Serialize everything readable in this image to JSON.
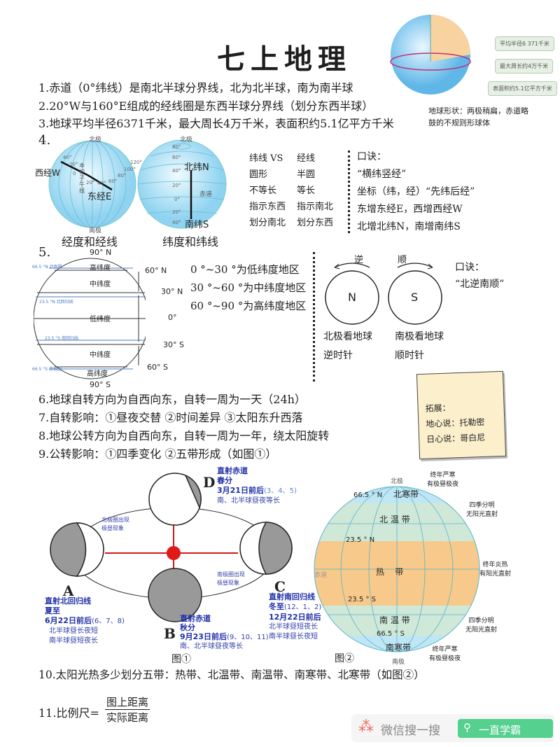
{
  "title": "七上地理",
  "globe_info": {
    "labels": [
      "平均半径6 371千米",
      "最大周长约4万千米",
      "表面积约5.1亿平方千米"
    ],
    "shape_note_line1": "地球形状：两极稍扁，赤道略",
    "shape_note_line2": "鼓的不规则形球体"
  },
  "lines": {
    "l1": "1.赤道（0°纬线）是南北半球分界线，北为北半球，南为南半球",
    "l2": "2.20°W与160°E组成的经线圈是东西半球分界线（划分东西半球）",
    "l3": "3.地球平均半径6371千米，最大周长4万千米，表面积约5.1亿平方千米",
    "l4": "4.",
    "l5": "5.",
    "l6": "6.地球自转方向为自西向东，自转一周为一天（24h）",
    "l7": "7.自转影响：①昼夜交替  ②时间差异  ③太阳东升西落",
    "l8": "8.地球公转方向为自西向东，自转一周为一年，绕太阳旋转",
    "l9": "9.公转影响：①四季变化  ②五带形成（如图①）",
    "l10": "10.太阳光热多少划分五带：热带、北温带、南温带、南寒带、北寒带（如图②）",
    "l11_prefix": "11.比例尺=",
    "l11_num": "图上距离",
    "l11_den": "实际距离"
  },
  "sec4": {
    "north_pole": "北极",
    "south_pole": "南极",
    "west": "西经W",
    "east": "东经E",
    "prime": "本初子午线",
    "lon_ticks": [
      "40°",
      "20°",
      "0",
      "20°",
      "40°",
      "60°",
      "80°",
      "100°",
      "120°"
    ],
    "lat_ticks": [
      "80°",
      "60°",
      "40°",
      "20°",
      "0°",
      "20°",
      "40°"
    ],
    "north": "北纬N",
    "south": "南纬S",
    "equator": "赤道",
    "cap_left": "经度和经线",
    "cap_right": "纬度和纬线",
    "table": [
      [
        "纬线  VS",
        "经线"
      ],
      [
        "圆形",
        "半圆"
      ],
      [
        "不等长",
        "等长"
      ],
      [
        "指示东西",
        "指示南北"
      ],
      [
        "划分南北",
        "划分东西"
      ]
    ],
    "rhyme_title": "口诀：",
    "rhyme": [
      "“横纬竖经”",
      "坐标（纬，经）“先纬后经”",
      "东增东经E，西增西经W",
      "北增北纬N，南增南纬S"
    ]
  },
  "sec5": {
    "top": "90° N",
    "bottom": "90° S",
    "right_ticks": [
      "60° N",
      "30° N",
      "0°",
      "30° S",
      "60° S"
    ],
    "left_lines": [
      "66.5 °N 北极圈",
      "23.5 °N 北回归线",
      "23.5 °S 南回归线",
      "66.5 °S 南极圈"
    ],
    "zones": [
      "高纬度",
      "中纬度",
      "低纬度",
      "中纬度",
      "高纬度"
    ],
    "ranges": [
      "0 °~30 °为低纬度地区",
      "30 °~60 °为中纬度地区",
      "60 °~90 °为高纬度地区"
    ],
    "ccw": "逆",
    "cw": "顺",
    "n": "N",
    "s": "S",
    "n_cap1": "北极看地球",
    "n_cap2": "逆时针",
    "s_cap1": "南极看地球",
    "s_cap2": "顺时针",
    "rhyme_title": "口诀：",
    "rhyme": "“北逆南顺”"
  },
  "sticky": {
    "title": "拓展：",
    "l1": "地心说：托勒密",
    "l2": "日心说：哥白尼"
  },
  "fig1": {
    "caption": "图①",
    "D": {
      "letter": "D",
      "l1": "直射赤道",
      "l2": "春分",
      "l3": "3月21日前后",
      "months": "(3、4、5)",
      "l4": "南、北半球昼夜等长"
    },
    "A": {
      "letter": "A",
      "l1": "直射北回归线",
      "l2": "夏至",
      "l3": "6月22日前后",
      "months": "(6、7、8)",
      "l4": "北半球昼长夜短",
      "l5": "南半球昼短夜长"
    },
    "B": {
      "letter": "B",
      "l1": "直射赤道",
      "l2": "秋分",
      "l3": "9月23日前后",
      "months": "(9、10、11)",
      "l4": "南、北半球昼夜等长"
    },
    "C": {
      "letter": "C",
      "l1": "直射南回归线",
      "l2": "冬至",
      "l3": "12月22日前后",
      "months": "(12、1、2)",
      "l4": "北半球昼短夜长",
      "l5": "南半球昼长夜短"
    },
    "north_note1": "北极圈出现",
    "north_note2": "极昼现象",
    "south_note1": "南极圈出现",
    "south_note2": "极昼现象"
  },
  "fig2": {
    "caption": "图②",
    "north_pole": "北极",
    "south_pole": "南极",
    "zones": [
      "北寒带",
      "北 温 带",
      "热    带",
      "南 温 带",
      "南寒带"
    ],
    "lats": [
      "66.5 ° N",
      "23.5 ° N",
      "23.5 ° S",
      "66.5 ° S"
    ],
    "equator": "赤道",
    "notes": [
      [
        "终年严寒",
        "有极昼极夜"
      ],
      [
        "四季分明",
        "无阳光直射"
      ],
      [
        "终年炎热",
        "有阳光直射"
      ],
      [
        "四季分明",
        "无阳光直射"
      ],
      [
        "终年严寒",
        "有极昼极夜"
      ]
    ]
  },
  "watermark": {
    "search_label": "微信搜一搜",
    "query": "一直学霸"
  },
  "colors": {
    "ocean": "#bfe6f5",
    "tropic": "#f7c98a",
    "temperate": "#cfe8d8",
    "blue_text": "#1f2fa8",
    "sun": "#e01818",
    "green": "#56d08e"
  }
}
